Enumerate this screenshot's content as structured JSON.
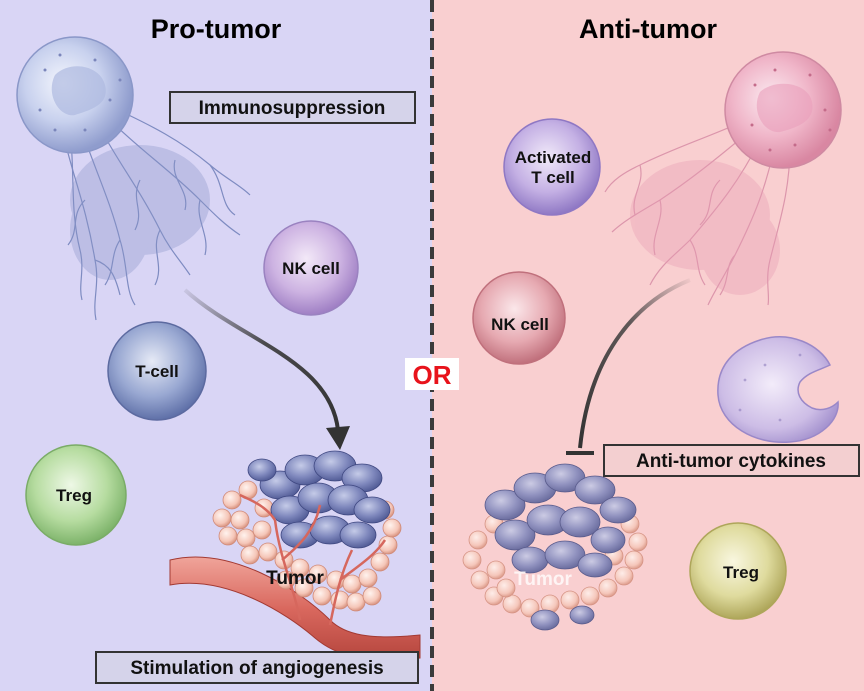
{
  "pro_tumor": {
    "title": "Pro-tumor",
    "immunosuppression": "Immunosuppression",
    "nk_cell": "NK cell",
    "t_cell": "T-cell",
    "treg": "Treg",
    "tumor": "Tumor",
    "angiogenesis": "Stimulation of angiogenesis"
  },
  "anti_tumor": {
    "title": "Anti-tumor",
    "activated_t_cell_line1": "Activated",
    "activated_t_cell_line2": "T cell",
    "nk_cell": "NK cell",
    "cytokines": "Anti-tumor cytokines",
    "tumor": "Tumor",
    "treg": "Treg"
  },
  "divider_label": "OR",
  "colors": {
    "left_bg": "#d9d5f5",
    "right_bg": "#f9cfd0",
    "or_text": "#e8131b"
  }
}
